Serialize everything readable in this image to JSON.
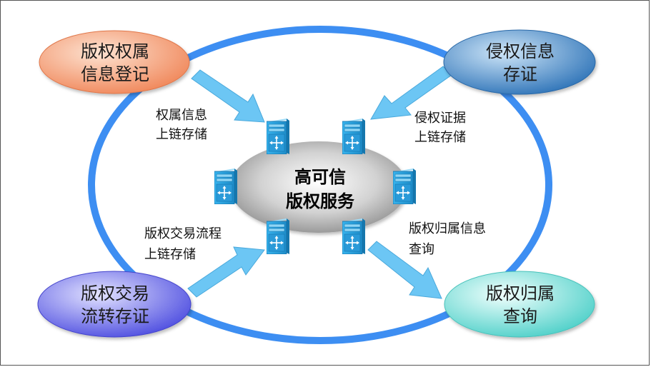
{
  "center": {
    "line1": "高可信",
    "line2": "版权服务"
  },
  "nodes": {
    "top_left": {
      "line1": "版权权属",
      "line2": "信息登记"
    },
    "top_right": {
      "line1": "侵权信息",
      "line2": "存证"
    },
    "bottom_left": {
      "line1": "版权交易",
      "line2": "流转存证"
    },
    "bottom_right": {
      "line1": "版权归属",
      "line2": "查询"
    }
  },
  "edges": {
    "top_left": {
      "line1": "权属信息",
      "line2": "上链存储"
    },
    "top_right": {
      "line1": "侵权证据",
      "line2": "上链存储"
    },
    "bottom_left": {
      "line1": "版权交易流程",
      "line2": "上链存储"
    },
    "bottom_right": {
      "line1": "版权归属信息",
      "line2": "查询"
    }
  },
  "colors": {
    "ring": "#3d8ef2",
    "arrow": "#6cc6f4",
    "server": "#2fa6e4",
    "top_left_node": "#f6a27a",
    "top_right_node": "#3b86c8",
    "bottom_left_node": "#6f6ff0",
    "bottom_right_node": "#6fdcd6",
    "center_disk": "#b9b9b9"
  },
  "icons": {
    "server": "server-switch-icon"
  }
}
